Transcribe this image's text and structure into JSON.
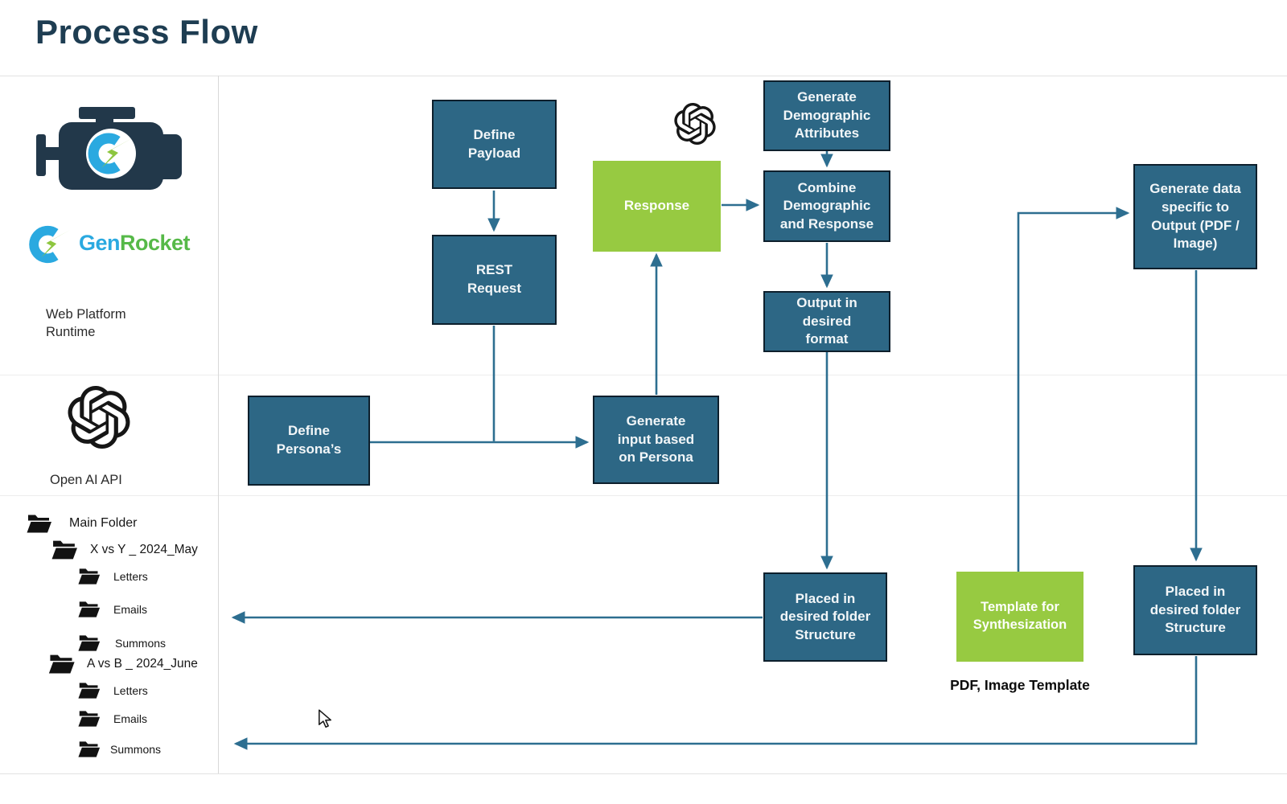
{
  "title": "Process Flow",
  "sidebar": {
    "brand_gen": "Gen",
    "brand_rocket": "Rocket",
    "platform_line1": "Web Platform",
    "platform_line2": "Runtime",
    "openai_label": "Open AI API",
    "folder_tree": [
      {
        "label": "Main Folder",
        "level": 0
      },
      {
        "label": "X vs Y _ 2024_May",
        "level": 1
      },
      {
        "label": "Letters",
        "level": 2
      },
      {
        "label": "Emails",
        "level": 2
      },
      {
        "label": "Summons",
        "level": 2
      },
      {
        "label": "A vs B _ 2024_June",
        "level": 1
      },
      {
        "label": "Letters",
        "level": 2
      },
      {
        "label": "Emails",
        "level": 2
      },
      {
        "label": "Summons",
        "level": 2
      }
    ]
  },
  "diagram": {
    "nodes": {
      "define_payload": "Define Payload",
      "rest_request": "REST Request",
      "response": "Response",
      "generate_demographic": "Generate Demographic Attributes",
      "combine_demographic": "Combine Demographic and Response",
      "output_format": "Output in desired format",
      "generate_data": "Generate data specific to Output (PDF / Image)",
      "define_personas": "Define Persona’s",
      "generate_input": "Generate input based on Persona",
      "placed_left": "Placed in desired folder Structure",
      "template_synth": "Template for Synthesization",
      "placed_right": "Placed in desired folder Structure",
      "pdf_caption": "PDF, Image Template"
    },
    "icons": [
      "openai-icon",
      "engine-icon",
      "genrocket-logo",
      "folder-icon",
      "mouse-cursor"
    ],
    "colors": {
      "title": "#1e3d52",
      "node_fill": "#2d6785",
      "node_border": "#0d1f2c",
      "accent_green": "#97ca41",
      "arrow": "#2d6e90",
      "brand_blue": "#2aa9e0",
      "brand_green": "#8dc63f"
    }
  }
}
